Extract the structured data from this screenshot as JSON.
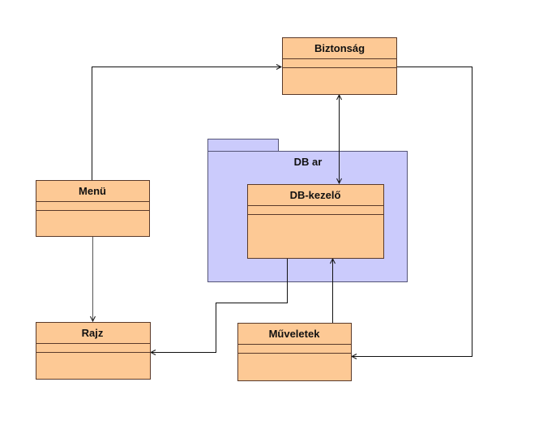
{
  "diagram": {
    "package": {
      "name": "DB ar",
      "fill": "#cbcbfc"
    },
    "classes": [
      {
        "name": "Biztonság"
      },
      {
        "name": "DB-kezelő"
      },
      {
        "name": "Menü"
      },
      {
        "name": "Rajz"
      },
      {
        "name": "Műveletek"
      }
    ],
    "class_fill": "#fdc995",
    "relations": [
      {
        "from": "Menü",
        "to": "Biztonság",
        "type": "navigable"
      },
      {
        "from": "Biztonság",
        "to": "Műveletek",
        "type": "navigable"
      },
      {
        "from": "Biztonság",
        "to": "DB-kezelő",
        "type": "bidirectional"
      },
      {
        "from": "Menü",
        "to": "Rajz",
        "type": "navigable"
      },
      {
        "from": "DB-kezelő",
        "to": "Rajz",
        "type": "navigable"
      },
      {
        "from": "Műveletek",
        "to": "DB-kezelő",
        "type": "navigable"
      }
    ]
  }
}
